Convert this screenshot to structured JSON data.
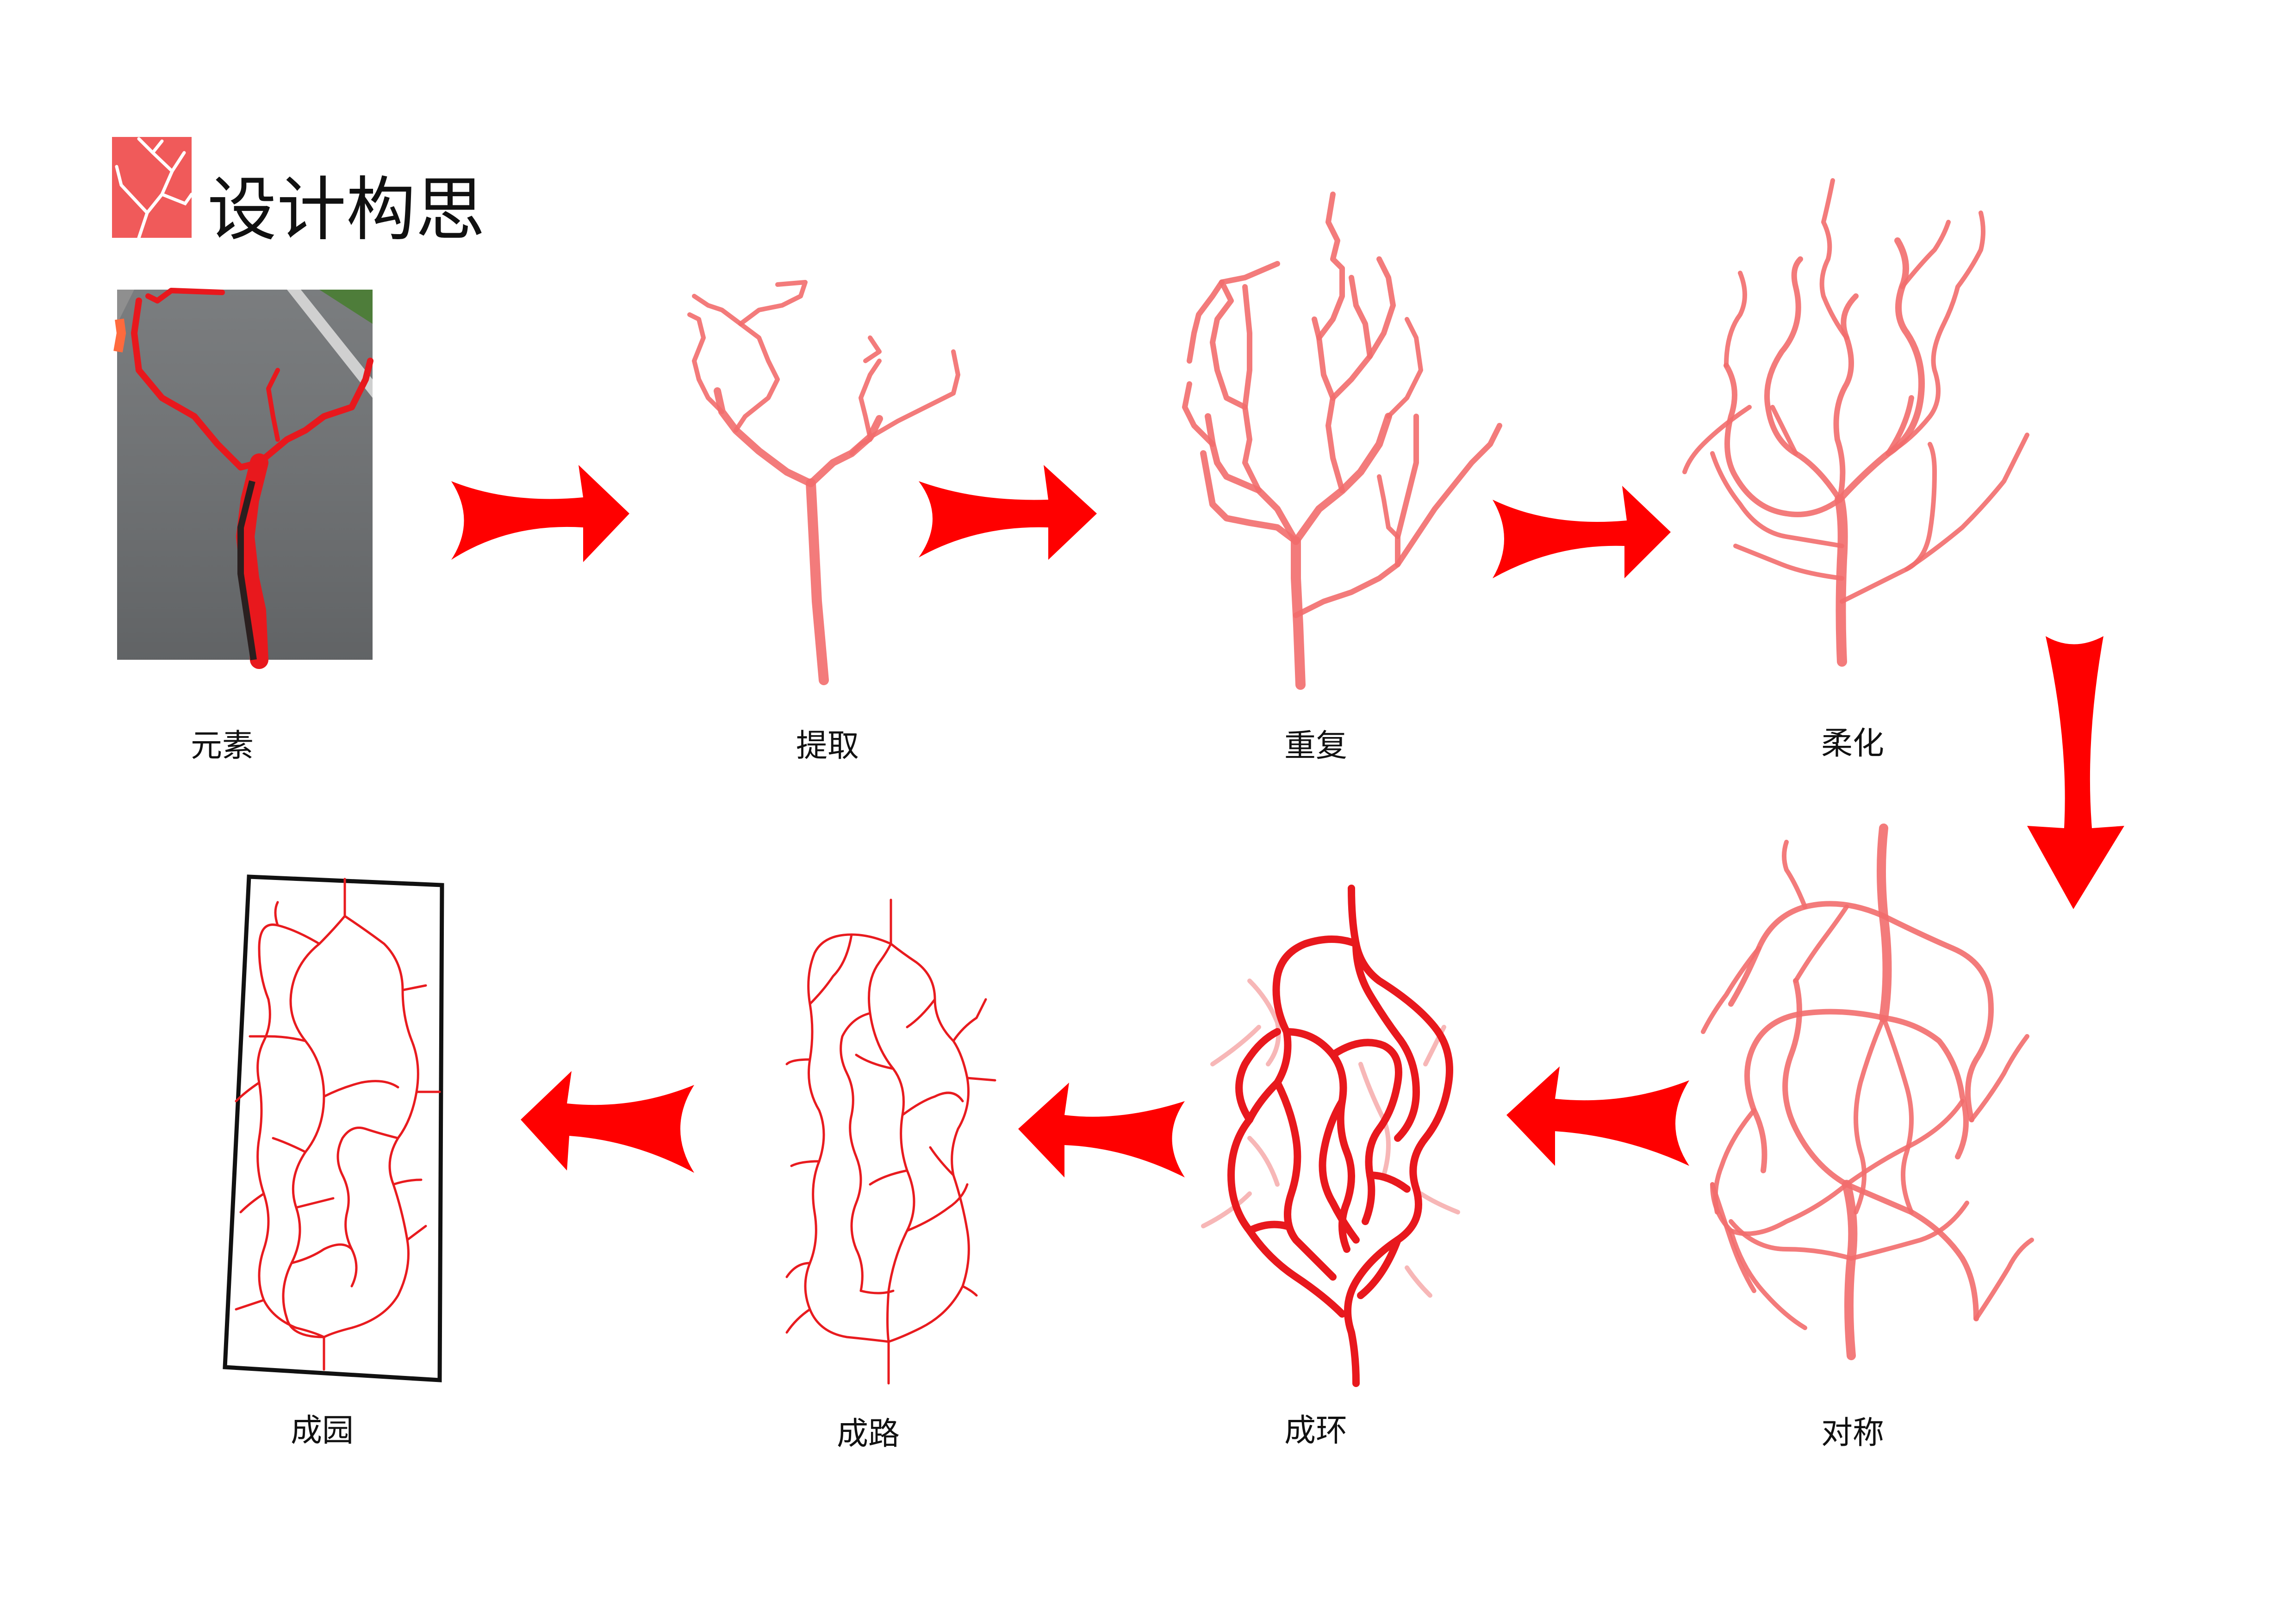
{
  "header": {
    "title": "设计构思",
    "logo_icon": "crack-logo-icon"
  },
  "steps": [
    {
      "id": "element",
      "label": "元素"
    },
    {
      "id": "extract",
      "label": "提取"
    },
    {
      "id": "repeat",
      "label": "重复"
    },
    {
      "id": "soften",
      "label": "柔化"
    },
    {
      "id": "symmetry",
      "label": "对称"
    },
    {
      "id": "loop",
      "label": "成环"
    },
    {
      "id": "path",
      "label": "成路"
    },
    {
      "id": "garden",
      "label": "成园"
    }
  ],
  "colors": {
    "accent": "#e8181d",
    "soft_line": "#f26d6d",
    "logo": "#f05a5a",
    "text": "#111111",
    "frame": "#111111"
  }
}
